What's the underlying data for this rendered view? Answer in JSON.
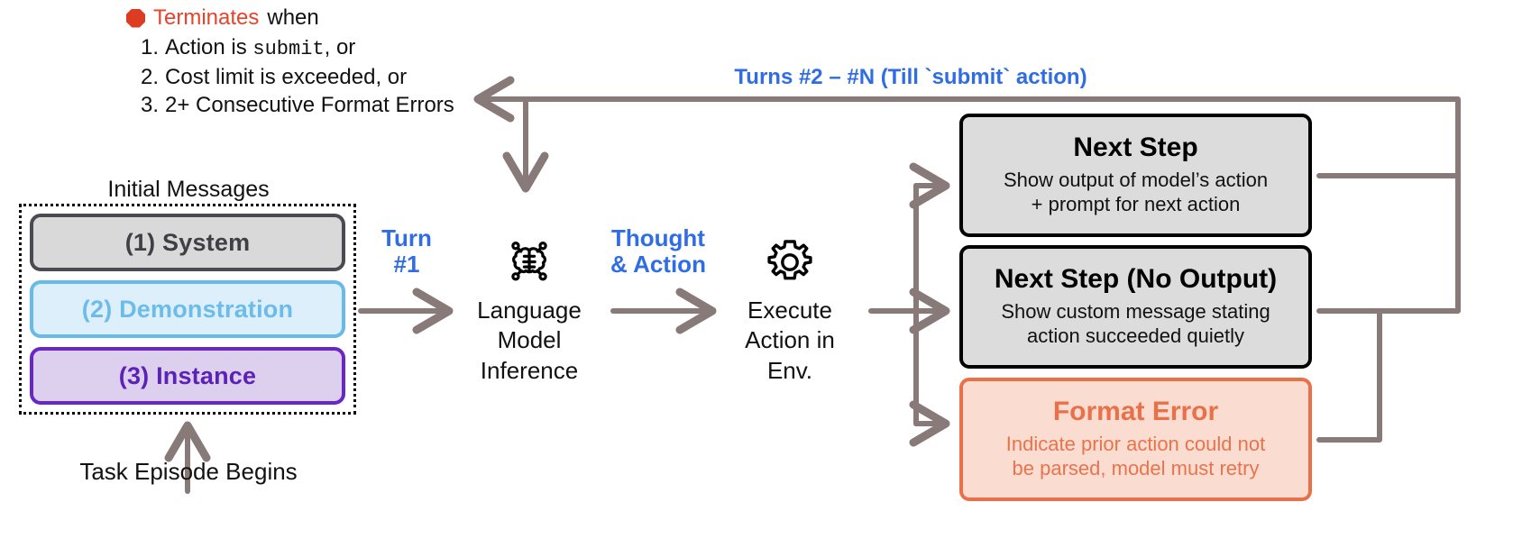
{
  "terminates": {
    "icon": "stop-sign-icon",
    "keyword": "Terminates",
    "suffix": " when",
    "conditions": [
      {
        "num": "1.",
        "pre": "Action is ",
        "code": "submit",
        "post": ", or"
      },
      {
        "num": "2.",
        "pre": "Cost limit is exceeded, or",
        "code": "",
        "post": ""
      },
      {
        "num": "3.",
        "pre": "2+ Consecutive Format Errors",
        "code": "",
        "post": ""
      }
    ]
  },
  "initial_messages": {
    "title": "Initial Messages",
    "chips": [
      {
        "label": "(1) System"
      },
      {
        "label": "(2) Demonstration"
      },
      {
        "label": "(3) Instance"
      }
    ],
    "start_label": "Task Episode Begins"
  },
  "flow": {
    "turn_label_line1": "Turn",
    "turn_label_line2": "#1",
    "lm_icon": "brain-network-icon",
    "lm_name_line1": "Language",
    "lm_name_line2": "Model",
    "lm_name_line3": "Inference",
    "thought_label_line1": "Thought",
    "thought_label_line2": "& Action",
    "exec_icon": "gear-icon",
    "exec_name_line1": "Execute",
    "exec_name_line2": "Action in",
    "exec_name_line3": "Env.",
    "loop_label": "Turns #2 – #N (Till `submit` action)"
  },
  "outcomes": [
    {
      "title": "Next Step",
      "desc_line1": "Show output of model’s action",
      "desc_line2": "+ prompt for next action"
    },
    {
      "title": "Next Step (No Output)",
      "desc_line1": "Show custom message stating",
      "desc_line2": "action succeeded quietly"
    },
    {
      "title": "Format Error",
      "desc_line1": "Indicate prior action could not",
      "desc_line2": "be parsed, model must retry"
    }
  ],
  "colors": {
    "blue_accent": "#2f6de4",
    "red_accent": "#e8422a",
    "arrow_gray": "#877a79",
    "error_border": "#e8714a",
    "error_fill": "#fadcd0",
    "demo_border": "#68bbe8",
    "instance_border": "#6928c4",
    "system_border": "#4a4a52"
  }
}
